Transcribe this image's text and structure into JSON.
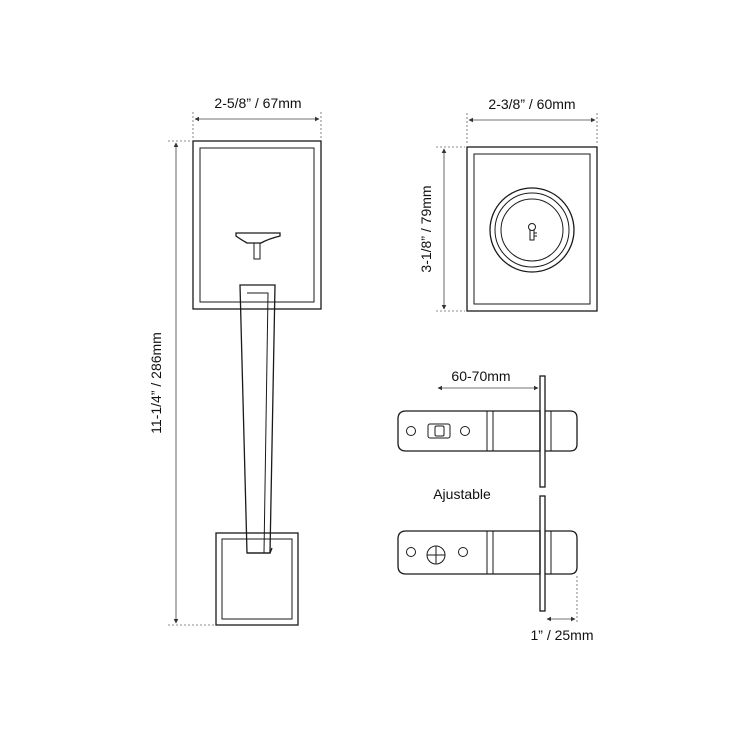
{
  "dimensions": {
    "trim_width": "2-5/8” / 67mm",
    "handle_height": "11-1/4” / 286mm",
    "deadbolt_width": "2-3/8” / 60mm",
    "deadbolt_height": "3-1/8” / 79mm",
    "backset": "60-70mm",
    "adjustable_note": "Ajustable",
    "faceplate_depth": "1” / 25mm"
  }
}
